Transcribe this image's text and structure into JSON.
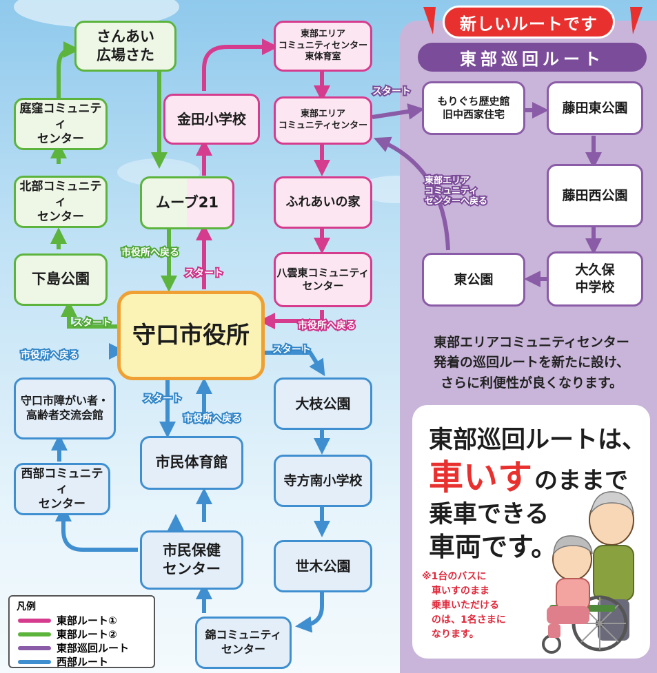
{
  "colors": {
    "route1_pink": "#d63c8e",
    "route2_green": "#5cb43c",
    "east_loop_purple": "#8a5ba6",
    "west_blue": "#3f8fd0",
    "banner_red": "#e8312f",
    "center_orange": "#f0a032"
  },
  "banner": {
    "new_route": "新しいルートです",
    "route_title": "東部巡回ルート"
  },
  "center": {
    "label": "守口市役所"
  },
  "green_route": {
    "stops": [
      "下島公園",
      "北部コミュニティ\nセンター",
      "庭窪コミュニティ\nセンター",
      "さんあい\n広場さた"
    ],
    "start": "スタート",
    "return": "市役所へ戻る"
  },
  "shared_stop": {
    "label": "ムーブ21"
  },
  "pink_route": {
    "stops": [
      "金田小学校",
      "東部エリア\nコミュニティセンター\n東体育室",
      "東部エリア\nコミュニティセンター",
      "ふれあいの家",
      "八雲東コミュニティ\nセンター"
    ],
    "start": "スタート",
    "return": "市役所へ戻る"
  },
  "east_loop": {
    "stops": [
      "もりぐち歴史館\n旧中西家住宅",
      "藤田東公園",
      "藤田西公園",
      "大久保\n中学校",
      "東公園"
    ],
    "start": "スタート",
    "return": "東部エリア\nコミュニティ\nセンターへ戻る"
  },
  "west_route": {
    "stops": [
      "大枝公園",
      "寺方南小学校",
      "世木公園",
      "錦コミュニティ\nセンター",
      "市民保健\nセンター",
      "市民体育館",
      "西部コミュニティ\nセンター",
      "守口市障がい者・\n高齢者交流会館"
    ],
    "start_right": "スタート",
    "start_down": "スタート",
    "return_up": "市役所へ戻る",
    "return_left": "市役所へ戻る"
  },
  "description": "東部エリアコミュニティセンター\n発着の巡回ルートを新たに設け、\nさらに利便性が良くなります。",
  "wheelchair": {
    "line1": "東部巡回ルートは、",
    "line2_red": "車いす",
    "line2_rest": "のままで",
    "line3": "乗車できる",
    "line4": "車両です。",
    "note": "※1台のバスに\n　車いすのまま\n　乗車いただける\n　のは、1名さまに\n　なります。"
  },
  "legend": {
    "title": "凡例",
    "items": [
      {
        "label": "東部ルート①",
        "color": "#d63c8e"
      },
      {
        "label": "東部ルート②",
        "color": "#5cb43c"
      },
      {
        "label": "東部巡回ルート",
        "color": "#8a5ba6"
      },
      {
        "label": "西部ルート",
        "color": "#3f8fd0"
      }
    ]
  }
}
